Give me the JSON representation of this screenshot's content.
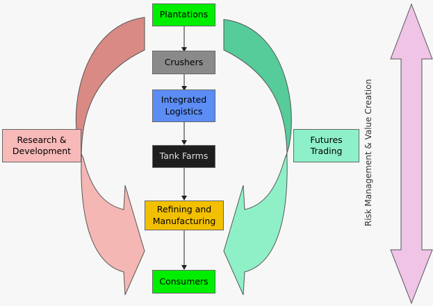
{
  "process_steps": [
    {
      "label": "Plantations",
      "bg": "#00ee00",
      "color": "#000000"
    },
    {
      "label": "Crushers",
      "bg": "#8a8a8a",
      "color": "#000000"
    },
    {
      "label": "Integrated Logistics",
      "bg": "#5b8df5",
      "color": "#000000"
    },
    {
      "label": "Tank Farms",
      "bg": "#1e1e1e",
      "color": "#dddddd"
    },
    {
      "label": "Refining and Manufacturing",
      "bg": "#f2c000",
      "color": "#000000"
    },
    {
      "label": "Consumers",
      "bg": "#00ee00",
      "color": "#000000"
    }
  ],
  "side_boxes": {
    "left": {
      "label": "Research & Development",
      "bg": "#f8b9b9"
    },
    "right": {
      "label": "Futures Trading",
      "bg": "#8ef0c8"
    }
  },
  "vertical_label": "Risk Management & Value Creation",
  "colors": {
    "left_arrow_top": "#d98a84",
    "left_arrow_bottom": "#f4b7b3",
    "right_arrow_top": "#55cc99",
    "right_arrow_bottom": "#8ff0c8",
    "double_arrow": "#f0c4e6",
    "connector": "#222222"
  }
}
